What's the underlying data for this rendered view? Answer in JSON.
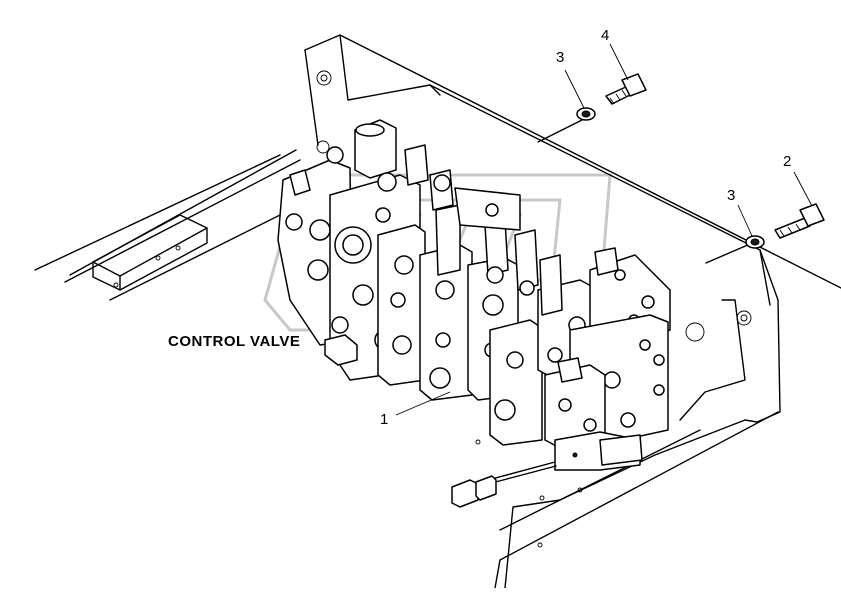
{
  "caption": "CONTROL VALVE",
  "callouts": [
    {
      "id": "1"
    },
    {
      "id": "2"
    },
    {
      "id": "3"
    },
    {
      "id": "3"
    },
    {
      "id": "4"
    }
  ]
}
